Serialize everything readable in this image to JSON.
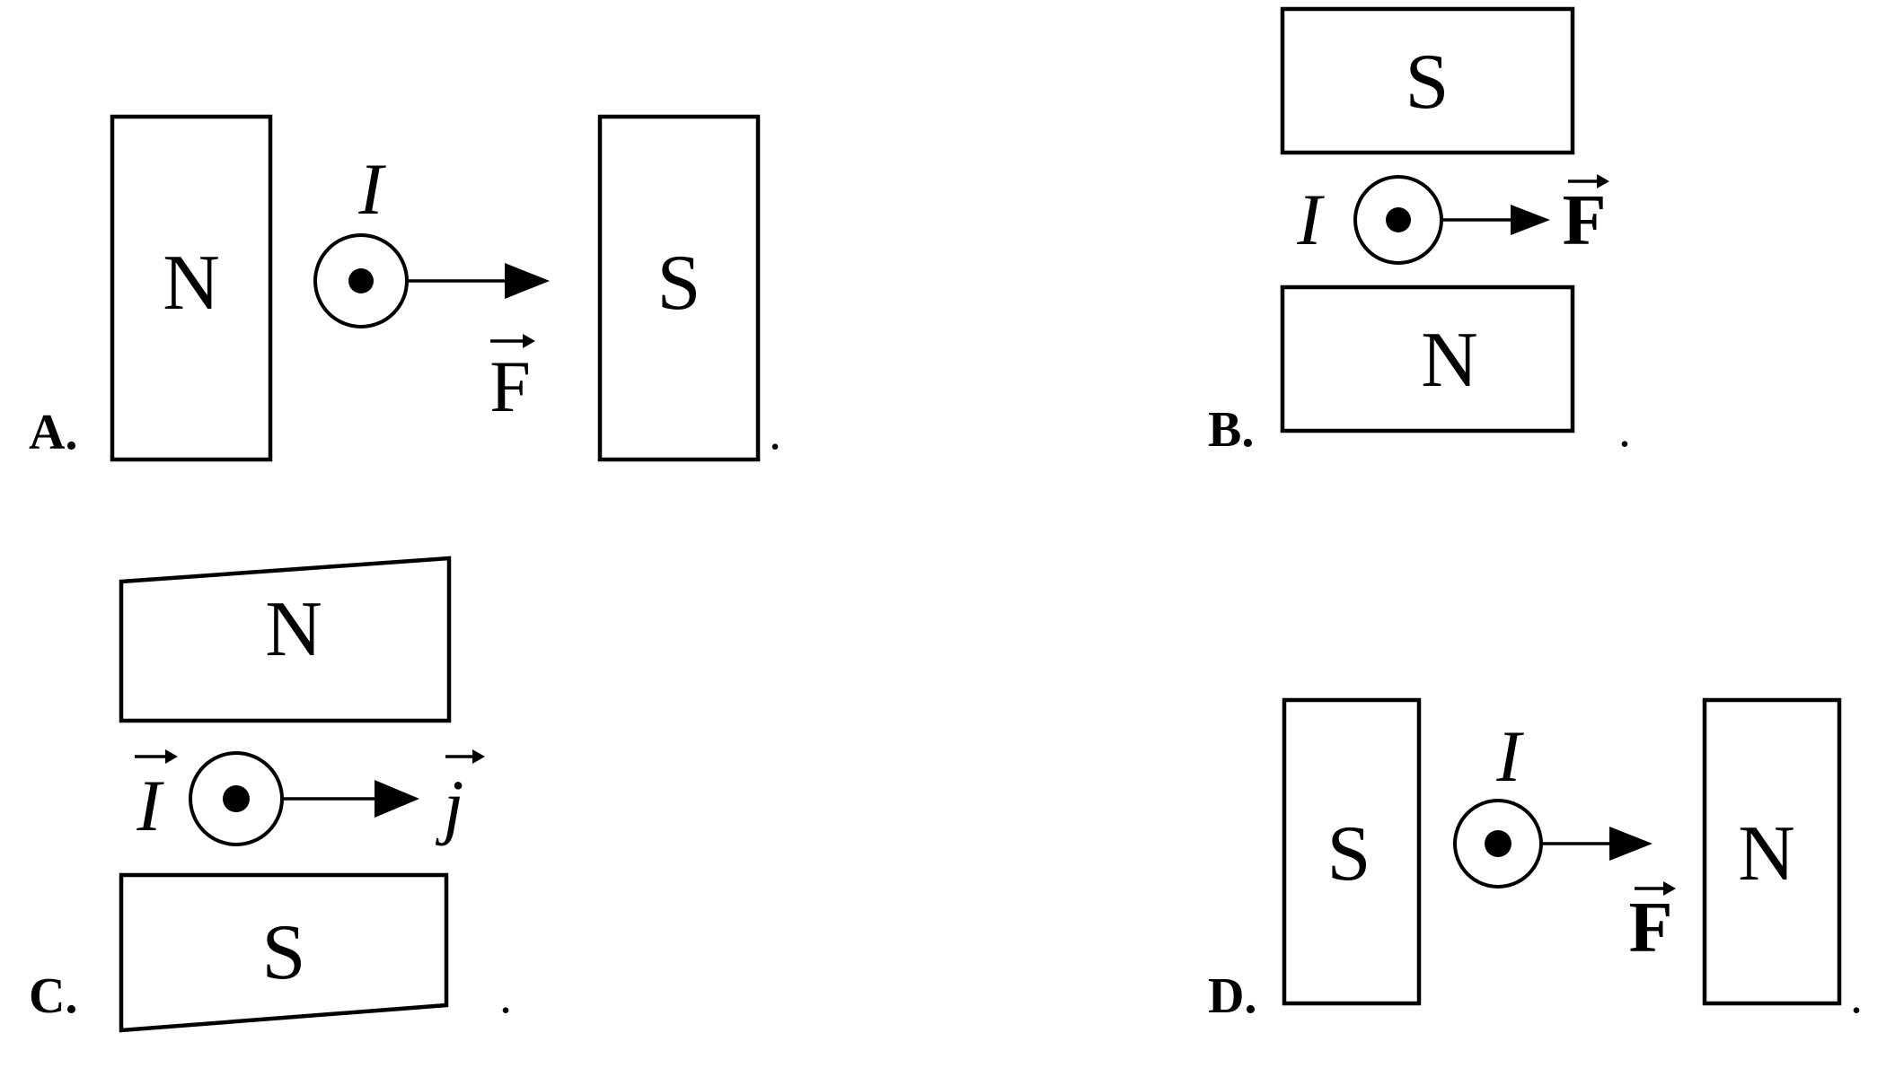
{
  "options": [
    {
      "label": "A.",
      "magnet_1_pole": "N",
      "magnet_2_pole": "S",
      "current_symbol": "I",
      "force_symbol": "F",
      "end_mark": "."
    },
    {
      "label": "B.",
      "magnet_1_pole": "S",
      "magnet_2_pole": "N",
      "current_symbol": "I",
      "force_symbol": "F",
      "end_mark": "."
    },
    {
      "label": "C.",
      "magnet_1_pole": "N",
      "magnet_2_pole": "S",
      "current_symbol": "I",
      "force_symbol": "j",
      "end_mark": "."
    },
    {
      "label": "D.",
      "magnet_1_pole": "S",
      "magnet_2_pole": "N",
      "current_symbol": "I",
      "force_symbol": "F",
      "end_mark": "."
    }
  ]
}
